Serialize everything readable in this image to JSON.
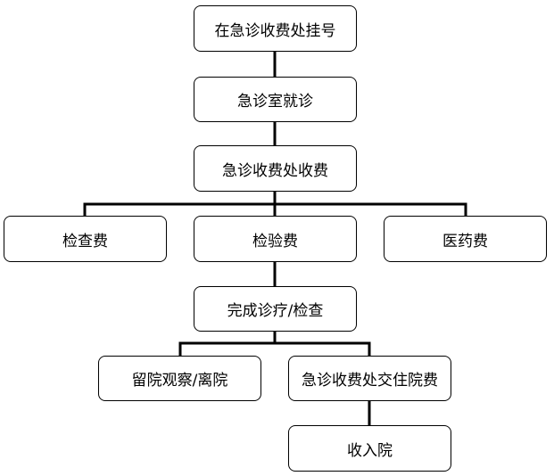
{
  "diagram": {
    "nodes": {
      "register": "在急诊收费处挂号",
      "consult": "急诊室就诊",
      "charge": "急诊收费处收费",
      "exam_fee": "检查费",
      "test_fee": "检验费",
      "drug_fee": "医药费",
      "complete": "完成诊疗/检查",
      "observe_leave": "留院观察/离院",
      "pay_deposit": "急诊收费处交住院费",
      "admit": "收入院"
    },
    "colors": {
      "stroke": "#000000",
      "background": "#ffffff"
    }
  }
}
